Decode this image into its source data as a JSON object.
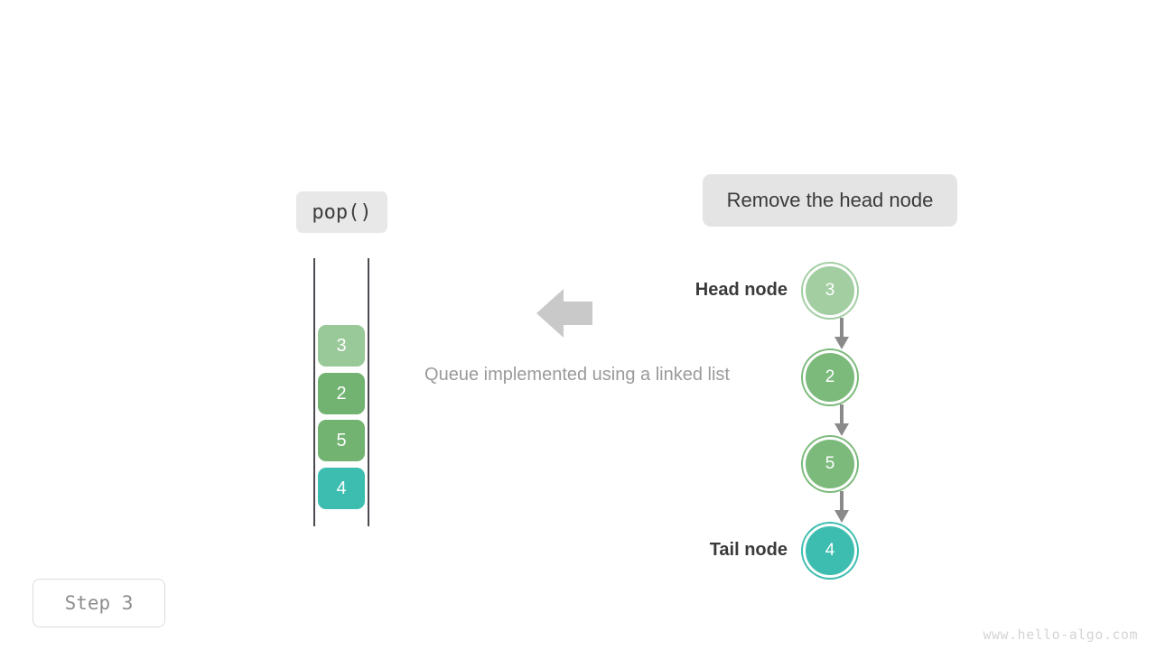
{
  "diagram": {
    "operation_label": "pop()",
    "description_label": "Remove the head node",
    "caption": "Queue implemented using a linked list",
    "step_badge": "Step 3",
    "watermark": "www.hello-algo.com",
    "flow_arrow_icon": "arrow-left-icon",
    "colors": {
      "green": "#72b372",
      "node_green": "#7cba7c",
      "teal": "#3dbdb0",
      "rail": "#4a4a50",
      "arrow": "#c9c9c9",
      "connector": "#8a8a8a",
      "label_box": "#e6e6e6",
      "caption_text": "#9a9a9a",
      "badge_text": "#8e8e8e"
    }
  },
  "queue": {
    "name": "queue-array-view",
    "cells": [
      {
        "value": "3",
        "color": "green",
        "state": "removing"
      },
      {
        "value": "2",
        "color": "green",
        "state": "normal"
      },
      {
        "value": "5",
        "color": "green",
        "state": "normal"
      },
      {
        "value": "4",
        "color": "teal",
        "state": "tail"
      }
    ]
  },
  "linked_list": {
    "head_label": "Head node",
    "tail_label": "Tail node",
    "nodes": [
      {
        "value": "3",
        "color": "green",
        "state": "removing"
      },
      {
        "value": "2",
        "color": "green",
        "state": "normal"
      },
      {
        "value": "5",
        "color": "green",
        "state": "normal"
      },
      {
        "value": "4",
        "color": "teal",
        "state": "tail"
      }
    ],
    "connector_icon": "arrow-down-icon"
  }
}
